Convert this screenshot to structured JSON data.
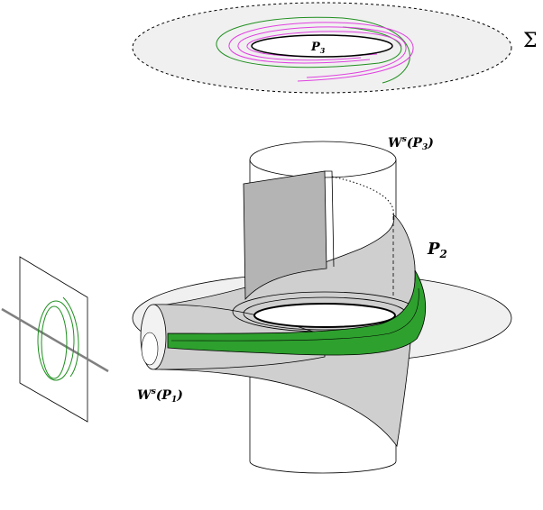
{
  "labels": {
    "sigma": "Σ",
    "p3_top": "P",
    "p3_top_sub": "3",
    "ws_p3": "W",
    "ws_p3_sup": "s",
    "ws_p3_arg": "(P",
    "ws_p3_sub": "3",
    "ws_p3_close": ")",
    "p2": "P",
    "p2_sub": "2",
    "ws_p1": "W",
    "ws_p1_sup": "s",
    "ws_p1_arg": "(P",
    "ws_p1_sub": "1",
    "ws_p1_close": ")"
  },
  "colors": {
    "section_fill": "#f0f0f0",
    "surface_gray": "#cfcfcf",
    "surface_dark": "#b4b4b4",
    "strip_green": "#2ea02e",
    "green_curve": "#1f8f1f",
    "magenta_curve": "#e040e0",
    "axis_line": "#808080"
  }
}
